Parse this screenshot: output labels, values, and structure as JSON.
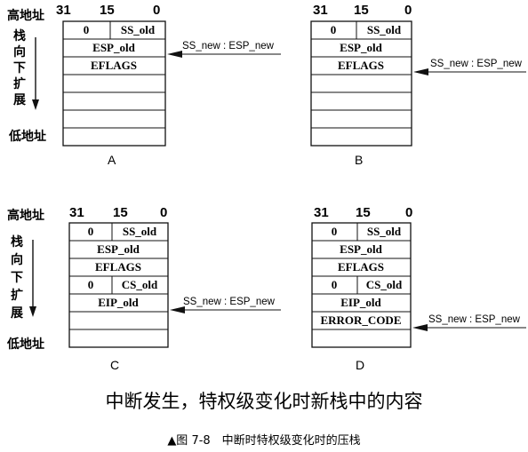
{
  "labels": {
    "high_address": "高地址",
    "low_address": "低地址",
    "stack_growth": [
      "栈",
      "向",
      "下",
      "扩",
      "展"
    ],
    "bits": [
      "31",
      "15",
      "0"
    ]
  },
  "panels": [
    {
      "id": "A",
      "letter": "A",
      "rows": [
        {
          "cells": [
            "0",
            "SS_old"
          ]
        },
        {
          "cells": [
            "ESP_old"
          ]
        },
        {
          "cells": [
            "EFLAGS"
          ]
        },
        {
          "cells": [
            ""
          ]
        },
        {
          "cells": [
            ""
          ]
        },
        {
          "cells": [
            ""
          ]
        },
        {
          "cells": [
            ""
          ]
        }
      ],
      "pointer": {
        "label": "SS_new : ESP_new",
        "row": 2
      }
    },
    {
      "id": "B",
      "letter": "B",
      "rows": [
        {
          "cells": [
            "0",
            "SS_old"
          ]
        },
        {
          "cells": [
            "ESP_old"
          ]
        },
        {
          "cells": [
            "EFLAGS"
          ]
        },
        {
          "cells": [
            ""
          ]
        },
        {
          "cells": [
            ""
          ]
        },
        {
          "cells": [
            ""
          ]
        },
        {
          "cells": [
            ""
          ]
        }
      ],
      "pointer": {
        "label": "SS_new : ESP_new",
        "row": 2
      }
    },
    {
      "id": "C",
      "letter": "C",
      "rows": [
        {
          "cells": [
            "0",
            "SS_old"
          ]
        },
        {
          "cells": [
            "ESP_old"
          ]
        },
        {
          "cells": [
            "EFLAGS"
          ]
        },
        {
          "cells": [
            "0",
            "CS_old"
          ]
        },
        {
          "cells": [
            "EIP_old"
          ]
        },
        {
          "cells": [
            ""
          ]
        },
        {
          "cells": [
            ""
          ]
        }
      ],
      "pointer": {
        "label": "SS_new : ESP_new",
        "row": 4
      }
    },
    {
      "id": "D",
      "letter": "D",
      "rows": [
        {
          "cells": [
            "0",
            "SS_old"
          ]
        },
        {
          "cells": [
            "ESP_old"
          ]
        },
        {
          "cells": [
            "EFLAGS"
          ]
        },
        {
          "cells": [
            "0",
            "CS_old"
          ]
        },
        {
          "cells": [
            "EIP_old"
          ]
        },
        {
          "cells": [
            "ERROR_CODE"
          ]
        },
        {
          "cells": [
            ""
          ]
        }
      ],
      "pointer": {
        "label": "SS_new : ESP_new",
        "row": 5
      }
    }
  ],
  "caption": {
    "main": "中断发生，特权级变化时新栈中的内容",
    "figure": "▲图 7-8　中断时特权级变化时的压栈"
  },
  "colors": {
    "ink": "#111111",
    "background": "#ffffff"
  }
}
